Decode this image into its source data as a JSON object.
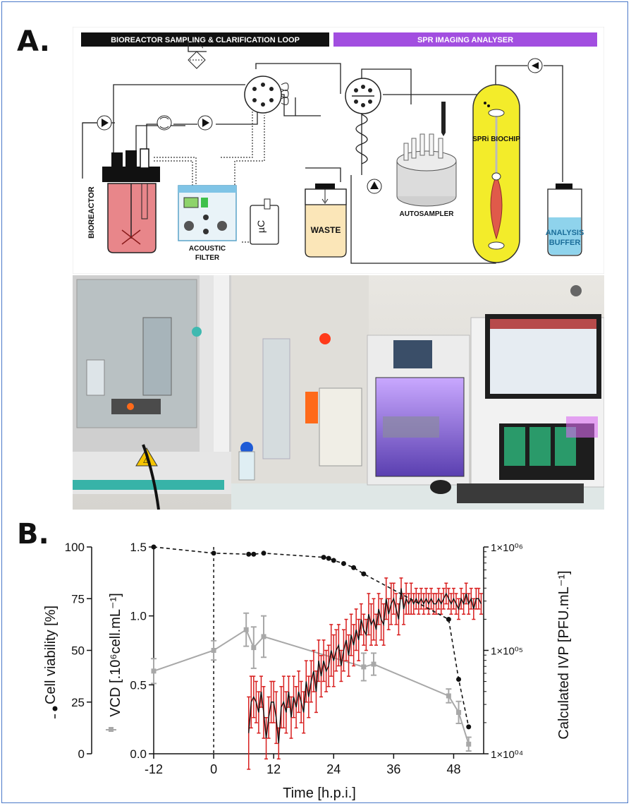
{
  "panel_a": {
    "label": "A.",
    "schematic": {
      "header_left": "BIOREACTOR SAMPLING & CLARIFICATION LOOP",
      "header_right": "SPR IMAGING ANALYSER",
      "bioreactor": "BIOREACTOR",
      "acoustic_filter_line1": "ACOUSTIC",
      "acoustic_filter_line2": "FILTER",
      "uc": "µC",
      "waste": "WASTE",
      "autosampler": "AUTOSAMPLER",
      "biochip": "SPRi BIOCHIP",
      "buffer_line1": "ANALYSIS",
      "buffer_line2": "BUFFER",
      "colors": {
        "left_header": "#111111",
        "right_header": "#a24ee0",
        "reactor_fill": "#e8868a",
        "biochip_fill": "#f3ec2a",
        "buffer_fill": "#8fd3ec",
        "waste_fill": "#fbe6b8"
      }
    },
    "photo": {
      "sticker": "⚠"
    }
  },
  "panel_b": {
    "label": "B.",
    "chart_data": {
      "type": "line",
      "xlabel": "Time [h.p.i.]",
      "x_ticks": [
        "-12",
        "0",
        "12",
        "24",
        "36",
        "48"
      ],
      "xlim": [
        -12,
        54
      ],
      "y_left_label": "VCD [.10⁶cell.mL⁻¹]",
      "y_left_ticks": [
        "0.0",
        "0.5",
        "1.0",
        "1.5"
      ],
      "y_left_lim": [
        0,
        1.5
      ],
      "y_viability_label": "Cell viability [%]",
      "y_viability_ticks": [
        "0",
        "25",
        "50",
        "75",
        "100"
      ],
      "y_viability_lim": [
        0,
        100
      ],
      "y_right_label": "Calculated IVP [PFU.mL⁻¹]",
      "y_right_ticks": [
        "1×10⁰⁴",
        "1×10⁰⁵",
        "1×10⁰⁶"
      ],
      "y_right_lim_log10": [
        4,
        6
      ],
      "infection_time": 0,
      "viability": {
        "x": [
          -12,
          0,
          7,
          8,
          10,
          22,
          23,
          24,
          26,
          28,
          30,
          47,
          49,
          51
        ],
        "y": [
          100,
          97,
          96.5,
          96.5,
          97,
          95,
          94.5,
          93.5,
          92,
          90,
          87,
          65,
          36,
          13
        ]
      },
      "vcd": {
        "x": [
          -12,
          0,
          6.5,
          8,
          10,
          30,
          32,
          47,
          49,
          51
        ],
        "y": [
          0.6,
          0.75,
          0.9,
          0.77,
          0.85,
          0.63,
          0.65,
          0.42,
          0.3,
          0.07
        ],
        "err": [
          0.09,
          0.07,
          0.12,
          0.15,
          0.15,
          0.1,
          0.08,
          0.05,
          0.08,
          0.05
        ]
      },
      "ivp_log10": {
        "x": [
          7,
          7.5,
          8,
          8.5,
          9,
          9.5,
          10,
          10.5,
          11,
          11.5,
          12,
          12.5,
          13,
          13.5,
          14,
          14.5,
          15,
          15.5,
          16,
          16.5,
          17,
          17.5,
          18,
          18.5,
          19,
          19.5,
          20,
          20.5,
          21,
          21.5,
          22,
          22.5,
          23,
          23.5,
          24,
          24.5,
          25,
          25.5,
          26,
          26.5,
          27,
          27.5,
          28,
          28.5,
          29,
          29.5,
          30,
          30.5,
          31,
          31.5,
          32,
          32.5,
          33,
          33.5,
          34,
          34.5,
          35,
          35.5,
          36,
          36.5,
          37,
          37.5,
          38,
          38.5,
          39,
          39.5,
          40,
          40.5,
          41,
          41.5,
          42,
          42.5,
          43,
          43.5,
          44,
          44.5,
          45,
          45.5,
          46,
          46.5,
          47,
          47.5,
          48,
          48.5,
          49,
          49.5,
          50,
          50.5,
          51,
          51.5,
          52,
          52.5,
          53,
          53.5
        ],
        "y": [
          4.2,
          4.5,
          4.55,
          4.5,
          4.4,
          4.6,
          4.4,
          4.15,
          4.35,
          4.5,
          4.5,
          4.35,
          4.1,
          4.45,
          4.5,
          4.4,
          4.6,
          4.35,
          4.55,
          4.45,
          4.6,
          4.5,
          4.4,
          4.7,
          4.55,
          4.7,
          4.8,
          4.6,
          4.9,
          4.75,
          4.9,
          4.8,
          4.85,
          5.0,
          4.9,
          5.0,
          5.05,
          4.85,
          5.0,
          5.1,
          4.95,
          5.15,
          5.05,
          5.2,
          5.1,
          5.3,
          5.2,
          5.15,
          5.35,
          5.25,
          5.3,
          5.2,
          5.4,
          5.3,
          5.25,
          5.5,
          5.35,
          5.45,
          5.5,
          5.4,
          5.3,
          5.6,
          5.4,
          5.5,
          5.45,
          5.5,
          5.45,
          5.5,
          5.45,
          5.5,
          5.45,
          5.5,
          5.45,
          5.5,
          5.45,
          5.45,
          5.5,
          5.45,
          5.5,
          5.55,
          5.5,
          5.45,
          5.5,
          5.45,
          5.4,
          5.5,
          5.45,
          5.55,
          5.45,
          5.5,
          5.4,
          5.5,
          5.5,
          5.45
        ],
        "err": [
          0.35,
          0.25,
          0.2,
          0.2,
          0.2,
          0.15,
          0.25,
          0.2,
          0.2,
          0.2,
          0.2,
          0.25,
          0.15,
          0.2,
          0.25,
          0.2,
          0.15,
          0.2,
          0.2,
          0.2,
          0.2,
          0.2,
          0.2,
          0.2,
          0.2,
          0.2,
          0.2,
          0.2,
          0.2,
          0.2,
          0.2,
          0.2,
          0.2,
          0.25,
          0.25,
          0.2,
          0.2,
          0.15,
          0.2,
          0.2,
          0.2,
          0.2,
          0.2,
          0.2,
          0.2,
          0.15,
          0.15,
          0.15,
          0.2,
          0.2,
          0.2,
          0.15,
          0.15,
          0.2,
          0.2,
          0.2,
          0.15,
          0.2,
          0.15,
          0.15,
          0.15,
          0.1,
          0.15,
          0.15,
          0.1,
          0.15,
          0.1,
          0.1,
          0.1,
          0.1,
          0.1,
          0.1,
          0.1,
          0.1,
          0.1,
          0.1,
          0.1,
          0.1,
          0.1,
          0.1,
          0.1,
          0.1,
          0.1,
          0.1,
          0.1,
          0.1,
          0.1,
          0.1,
          0.1,
          0.1,
          0.1,
          0.1,
          0.1,
          0.1
        ]
      },
      "colors": {
        "viability": "#111111",
        "vcd": "#a8a8a8",
        "ivp_line": "#111111",
        "ivp_err": "#d81e1e"
      }
    }
  }
}
